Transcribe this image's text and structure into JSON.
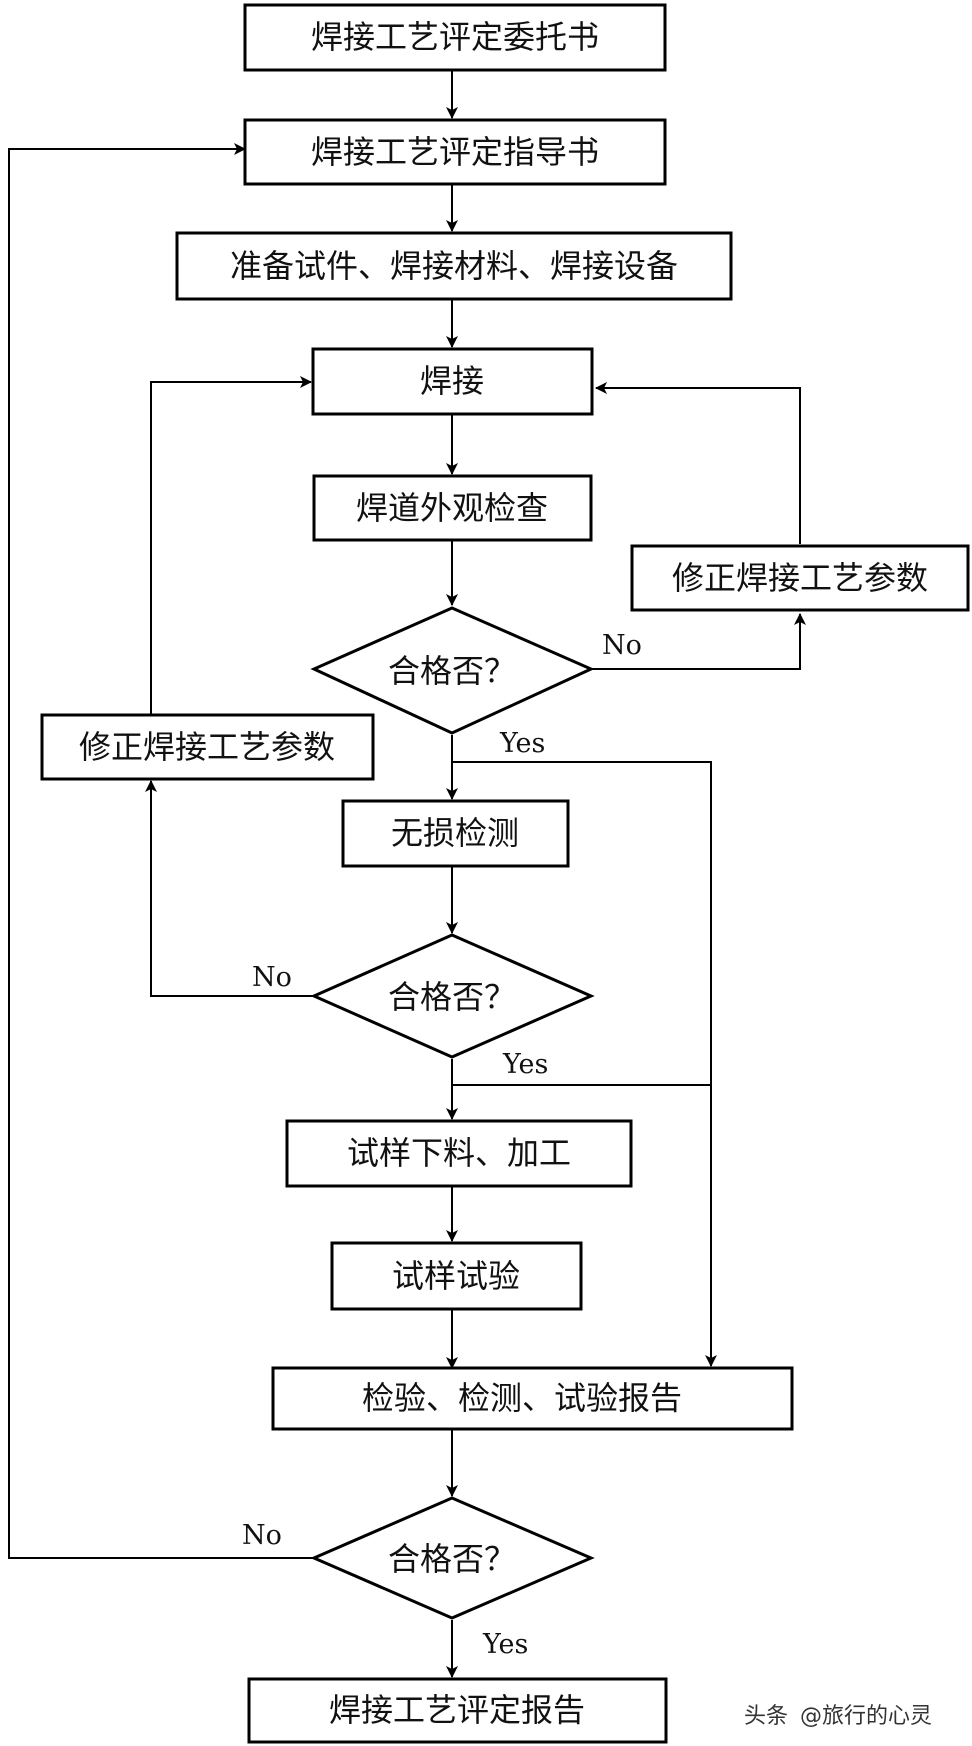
{
  "steps": {
    "commission": "焊接工艺评定委托书",
    "instruction": "焊接工艺评定指导书",
    "prepare": "准备试件、焊接材料、焊接设备",
    "welding": "焊接",
    "visual_inspection": "焊道外观检查",
    "correct_params_right": "修正焊接工艺参数",
    "correct_params_left": "修正焊接工艺参数",
    "ndt": "无损检测",
    "sample_cutting": "试样下料、加工",
    "sample_test": "试样试验",
    "report_inspection": "检验、检测、试验报告",
    "final_report": "焊接工艺评定报告"
  },
  "decisions": {
    "check1": "合格否？",
    "check2": "合格否？",
    "check3": "合格否？"
  },
  "labels": {
    "no": "No",
    "yes": "Yes"
  },
  "watermark": {
    "prefix": "头条",
    "handle": "@旅行的心灵"
  }
}
